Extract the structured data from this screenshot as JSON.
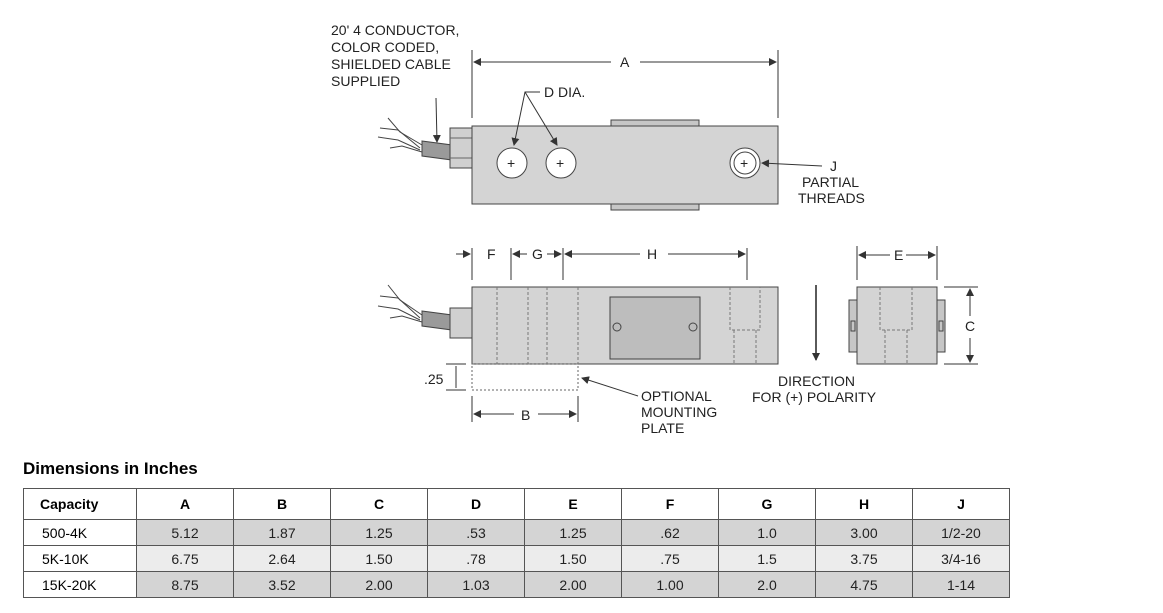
{
  "drawing": {
    "cable_note": [
      "20' 4 CONDUCTOR,",
      "COLOR CODED,",
      "SHIELDED CABLE",
      "SUPPLIED"
    ],
    "label_a": "A",
    "label_d": "D DIA.",
    "label_j": [
      "J",
      "PARTIAL",
      "THREADS"
    ],
    "label_f": "F",
    "label_g": "G",
    "label_h": "H",
    "label_e": "E",
    "label_c": "C",
    "label_b": "B",
    "label_25": ".25",
    "mounting_note": [
      "OPTIONAL",
      "MOUNTING",
      "PLATE"
    ],
    "direction_note": [
      "DIRECTION",
      "FOR (+) POLARITY"
    ]
  },
  "table": {
    "title": "Dimensions in Inches",
    "headers": [
      "Capacity",
      "A",
      "B",
      "C",
      "D",
      "E",
      "F",
      "G",
      "H",
      "J"
    ],
    "rows": [
      [
        "500-4K",
        "5.12",
        "1.87",
        "1.25",
        ".53",
        "1.25",
        ".62",
        "1.0",
        "3.00",
        "1/2-20"
      ],
      [
        "5K-10K",
        "6.75",
        "2.64",
        "1.50",
        ".78",
        "1.50",
        ".75",
        "1.5",
        "3.75",
        "3/4-16"
      ],
      [
        "15K-20K",
        "8.75",
        "3.52",
        "2.00",
        "1.03",
        "2.00",
        "1.00",
        "2.0",
        "4.75",
        "1-14"
      ]
    ]
  }
}
